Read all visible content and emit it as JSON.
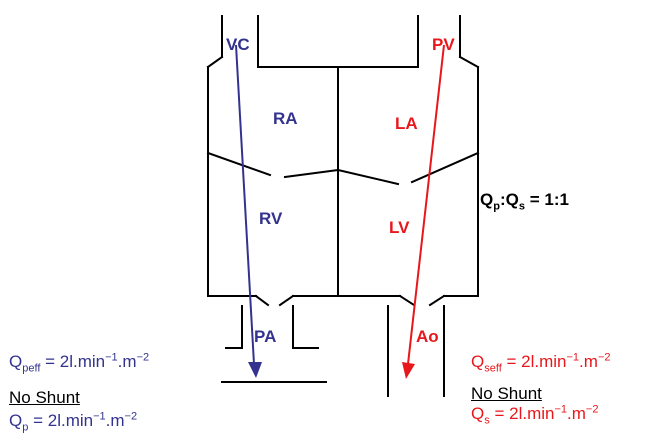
{
  "colors": {
    "blue_path": "#33338f",
    "red_path": "#e8171c",
    "outline": "#000000"
  },
  "chambers": {
    "vc": "VC",
    "pv": "PV",
    "ra": "RA",
    "la": "LA",
    "rv": "RV",
    "lv": "LV",
    "pa": "PA",
    "ao": "Ao"
  },
  "ratio": {
    "q1": "Q",
    "q1_sub": "p",
    "colon": ":",
    "q2": "Q",
    "q2_sub": "s",
    "value": " = 1:1"
  },
  "left_notes": {
    "qpeff_q": "Q",
    "qpeff_sub": "peff",
    "qpeff_value": " = 2l.min",
    "qpeff_exp1": "−1",
    "qpeff_mid": ".m",
    "qpeff_exp2": "−2",
    "no_shunt": "No Shunt",
    "qp_q": "Q",
    "qp_sub": "p",
    "qp_value": " = 2l.min",
    "qp_exp1": "−1",
    "qp_mid": ".m",
    "qp_exp2": "−2"
  },
  "right_notes": {
    "qseff_q": "Q",
    "qseff_sub": "seff",
    "qseff_value": " = 2l.min",
    "qseff_exp1": "−1",
    "qseff_mid": ".m",
    "qseff_exp2": "−2",
    "no_shunt": "No Shunt",
    "qs_q": "Q",
    "qs_sub": "s",
    "qs_value": " = 2l.min",
    "qs_exp1": "−1",
    "qs_mid": ".m",
    "qs_exp2": "−2"
  }
}
